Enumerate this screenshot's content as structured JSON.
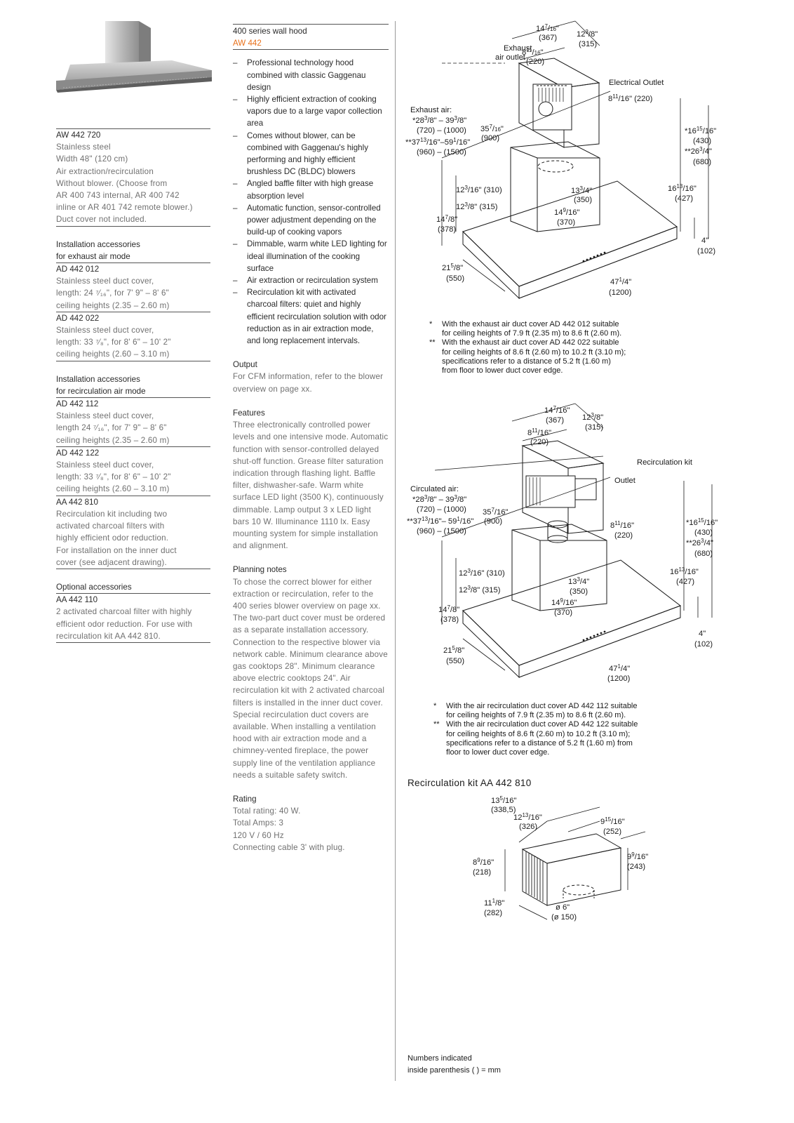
{
  "product": {
    "model": "AW 442 720",
    "specs": [
      "Stainless steel",
      "Width 48\" (120 cm)",
      "Air extraction/recirculation",
      "Without blower. (Choose from",
      "AR 400 743 internal, AR 400 742",
      "inline or AR 401 742 remote blower.)",
      "Duct cover not included."
    ]
  },
  "exhaust_accessories": {
    "heading1": "Installation accessories",
    "heading2": "for exhaust air mode",
    "items": [
      {
        "code": "AD 442 012",
        "lines": [
          "Stainless steel duct cover,",
          "length: 24 ⁷⁄₁₆\", for 7' 9\" – 8' 6\"",
          "ceiling heights (2.35 – 2.60 m)"
        ]
      },
      {
        "code": "AD 442 022",
        "lines": [
          "Stainless steel duct cover,",
          "length: 33 ⁷⁄₈\", for 8' 6\" – 10' 2\"",
          "ceiling heights (2.60 – 3.10 m)"
        ]
      }
    ]
  },
  "recirc_accessories": {
    "heading1": "Installation accessories",
    "heading2": "for recirculation air mode",
    "items": [
      {
        "code": "AD 442 112",
        "lines": [
          "Stainless steel duct cover,",
          "length 24 ⁷⁄₁₆\", for 7' 9\" – 8' 6\"",
          "ceiling heights (2.35 – 2.60 m)"
        ]
      },
      {
        "code": "AD 442 122",
        "lines": [
          "Stainless steel duct cover,",
          "length: 33 ⁷⁄₈\", for 8' 6\" – 10' 2\"",
          "ceiling heights (2.60 – 3.10 m)"
        ]
      },
      {
        "code": "AA 442 810",
        "lines": [
          "Recirculation kit including two",
          "activated charcoal filters with",
          "highly efficient odor reduction.",
          "For installation on the inner duct",
          "cover (see adjacent drawing)."
        ]
      }
    ]
  },
  "optional": {
    "heading": "Optional accessories",
    "code": "AA 442 110",
    "lines": [
      "2 activated charcoal filter with highly",
      "efficient odor reduction. For use with",
      "recirculation kit AA 442 810."
    ]
  },
  "header": {
    "series": "400 series wall hood",
    "model": "AW 442"
  },
  "features_list": [
    "Professional technology hood combined with classic Gaggenau design",
    "Highly efficient extraction of cooking vapors due to a large vapor collection area",
    "Comes without blower, can be combined with Gaggenau's highly performing and highly efficient brushless DC (BLDC) blowers",
    "Angled baffle filter with high grease absorption level",
    "Automatic function, sensor-controlled power adjustment depending on the build-up of cooking vapors",
    "Dimmable, warm white LED lighting for ideal illumination of the cooking surface",
    "Air extraction or recirculation system",
    "Recirculation kit with activated charcoal filters: quiet and highly efficient recirculation solution with odor reduction as in air extraction mode, and long replacement intervals."
  ],
  "output": {
    "heading": "Output",
    "text": "For CFM information, refer to the blower overview on page xx."
  },
  "features": {
    "heading": "Features",
    "text": "Three electronically controlled power levels and one intensive mode. Automatic function with sensor-controlled delayed shut-off function. Grease filter saturation indication through flashing light. Baffle filter, dishwasher-safe. Warm white surface LED light (3500 K), continuously dimmable. Lamp output 3 x LED light bars 10 W. Illuminance 1110 lx. Easy mounting system for simple installation and alignment."
  },
  "planning": {
    "heading": "Planning notes",
    "text": "To chose the correct blower for either extraction or recirculation, refer to the 400 series blower overview on page xx. The two-part duct cover must be ordered as a separate installation accessory. Connection to the respective blower via network cable. Minimum clearance above gas cooktops 28\". Minimum clearance above electric cooktops 24\". Air recirculation kit with 2 activated charcoal filters is installed in the inner duct cover. Special recirculation duct covers are available. When installing a ventilation hood with air extraction mode and a chimney-vented fireplace, the power supply line of the ventilation appliance needs a suitable safety switch."
  },
  "rating": {
    "heading": "Rating",
    "lines": [
      "Total rating: 40 W.",
      "Total Amps: 3",
      "120 V / 60 Hz",
      "Connecting cable 3' with plug."
    ]
  },
  "diagram1": {
    "exhaust_outlet": [
      "Exhaust",
      "air outlet"
    ],
    "electrical_outlet": "Electrical Outlet",
    "exhaust_air_label": "Exhaust air:",
    "d_top_367": "(367)",
    "d_315": "(315)",
    "d_220": "(220)",
    "d_eo_220": " (220)",
    "d_720_1000": "(720) – (1000)",
    "d_900": "(900)",
    "d_960_1500": "(960) – (1500)",
    "d_430": "(430)",
    "d_680": "(680)",
    "d_310": "(310)",
    "d_350": "(350)",
    "d_315b": "(315)",
    "d_370": "(370)",
    "d_378": "(378)",
    "d_427": "(427)",
    "d_102": "(102)",
    "d_550": "(550)",
    "d_1200": "(1200)",
    "footnotes": [
      {
        "mark": "*",
        "lines": [
          "With the exhaust air duct cover AD 442 012 suitable",
          "for ceiling heights of 7.9 ft (2.35 m) to 8.6 ft (2.60 m)."
        ]
      },
      {
        "mark": "**",
        "lines": [
          "With the exhaust air duct cover AD 442 022 suitable",
          "for ceiling heights of 8.6 ft (2.60 m) to 10.2 ft (3.10 m);",
          "specifications refer to a distance of 5.2 ft (1.60 m)",
          "from floor to lower duct cover edge."
        ]
      }
    ]
  },
  "diagram2": {
    "recirc_kit": "Recirculation kit",
    "outlet": "Outlet",
    "circulated_air_label": "Circulated air:",
    "d_367": "(367)",
    "d_315": "(315)",
    "d_220": "(220)",
    "d_r220": "(220)",
    "d_720_1000": "(720) – (1000)",
    "d_900": "(900)",
    "d_960_1500": "(960) – (1500)",
    "d_430": "(430)",
    "d_680": "(680)",
    "d_310": "(310)",
    "d_350": "(350)",
    "d_315b": "(315)",
    "d_370": "(370)",
    "d_378": "(378)",
    "d_427": "(427)",
    "d_102": "(102)",
    "d_550": "(550)",
    "d_1200": "(1200)",
    "footnotes": [
      {
        "mark": "*",
        "lines": [
          "With the air recirculation duct cover AD 442 112 suitable",
          "for ceiling heights of 7.9 ft (2.35 m) to 8.6 ft (2.60 m)."
        ]
      },
      {
        "mark": "**",
        "lines": [
          "With the air recirculation duct cover AD 442 122 suitable",
          "for ceiling heights of 8.6 ft (2.60 m) to 10.2 ft (3.10 m);",
          "specifications refer to a distance of 5.2 ft (1.60 m) from",
          "floor to lower duct cover edge."
        ]
      }
    ]
  },
  "kit": {
    "title": "Recirculation kit AA 442 810",
    "d_338": "(338,5)",
    "d_326": "(326)",
    "d_252": "(252)",
    "d_218": "(218)",
    "d_243": "(243)",
    "d_282": "(282)",
    "d_150": "(ø 150)"
  },
  "note": {
    "line1": "Numbers indicated",
    "line2": "inside parenthesis (     ) = mm"
  }
}
